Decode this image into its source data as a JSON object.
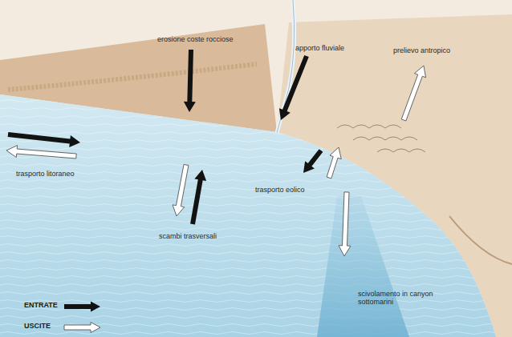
{
  "diagram": {
    "labels": [
      "erosione coste rocciose",
      "apporto fluviale",
      "prelievo antropico",
      "trasporto litoraneo",
      "scambi trasversali",
      "trasporto eolico",
      "scivolamento in canyon sottomarini"
    ],
    "legend": [
      {
        "text": "ENTRATE"
      },
      {
        "text": "USCITE"
      }
    ]
  }
}
